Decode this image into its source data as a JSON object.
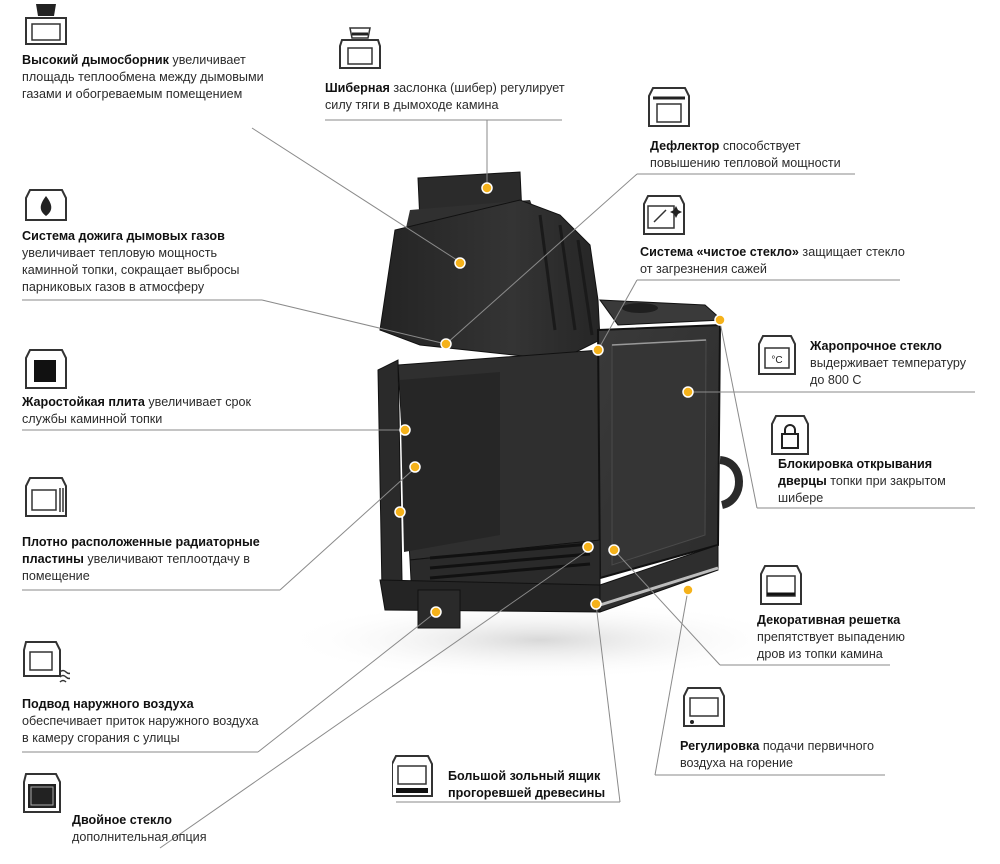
{
  "callouts": {
    "smoke_collector": {
      "bold": "Высокий дымосборник",
      "text": " увеличивает площадь теплообмена между дымовыми газами и обогреваемым помещением"
    },
    "afterburn": {
      "bold": "Система дожига дымовых газов",
      "text": " увеличивает тепловую мощность каминной топки, сокращает выбросы парниковых газов в атмосферу"
    },
    "fire_plate": {
      "bold": "Жаростойкая плита",
      "text": " увеличивает срок службы каминной топки"
    },
    "radiator": {
      "bold": "Плотно расположенные радиаторные пластины",
      "text": " увеличивают теплоотдачу в помещение"
    },
    "outer_air": {
      "bold": "Подвод наружного воздуха",
      "text": " обеспечивает приток наружного воздуха в камеру сгорания с улицы"
    },
    "double_glass": {
      "bold": "Двойное стекло",
      "text": " дополнительная опция"
    },
    "damper": {
      "bold": "Шиберная",
      "text": " заслонка (шибер) регулирует силу тяги в дымоходе камина"
    },
    "deflector": {
      "bold": "Дефлектор",
      "text": " способствует повышению тепловой мощности"
    },
    "clean_glass": {
      "bold": "Система «чистое стекло»",
      "text": " защищает стекло от загрезнения сажей"
    },
    "heat_glass": {
      "bold": "Жаропрочное стекло",
      "text": " выдерживает температуру до 800 С"
    },
    "door_lock": {
      "bold": "Блокировка открывания дверцы",
      "text": " топки при закрытом шибере"
    },
    "grate": {
      "bold": "Декоративная решетка",
      "text": " препятствует выпадению дров из топки камина"
    },
    "primary_air": {
      "bold": "Регулировка",
      "text": " подачи первичного воздуха на горение"
    },
    "ash_box": {
      "bold": "Большой зольный ящик прогоревшей древесины",
      "text": ""
    }
  },
  "icons": {
    "smoke_collector": "fireplace-tall-hood-icon",
    "afterburn": "fireplace-flame-icon",
    "fire_plate": "fireplace-black-plate-icon",
    "radiator": "fireplace-radiator-fins-icon",
    "outer_air": "fireplace-air-intake-icon",
    "double_glass": "fireplace-double-glass-icon",
    "damper": "fireplace-damper-icon",
    "deflector": "fireplace-deflector-icon",
    "clean_glass": "fireplace-clean-glass-icon",
    "heat_glass": "thermometer-celsius-icon",
    "door_lock": "padlock-icon",
    "grate": "fireplace-grate-icon",
    "primary_air": "fireplace-air-regulator-icon",
    "ash_box": "fireplace-ash-box-icon"
  },
  "colors": {
    "marker": "#f5b21b",
    "line": "#8a8a8a",
    "stove": "#2a2a2a"
  }
}
